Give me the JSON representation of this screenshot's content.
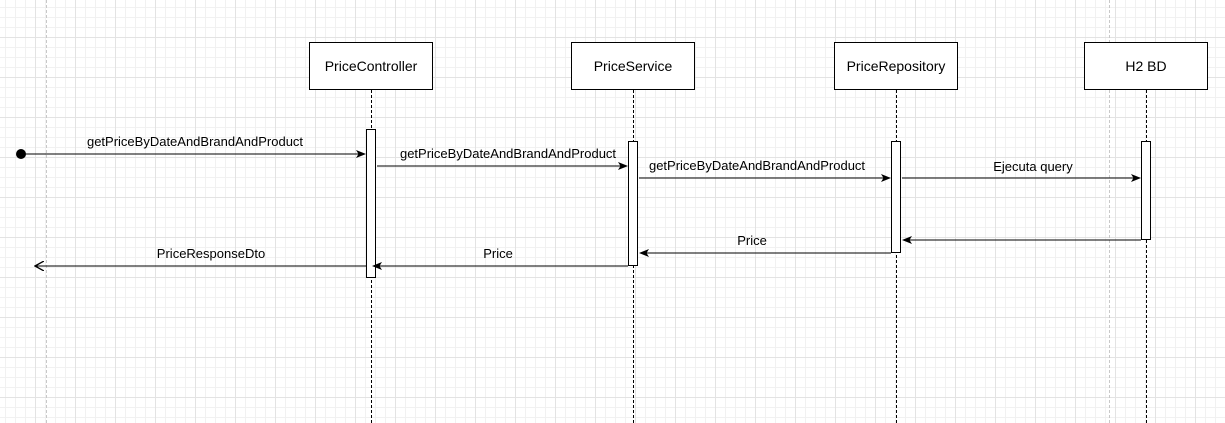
{
  "participants": [
    {
      "name": "PriceController"
    },
    {
      "name": "PriceService"
    },
    {
      "name": "PriceRepository"
    },
    {
      "name": "H2 BD"
    }
  ],
  "messages": [
    {
      "label": "getPriceByDateAndBrandAndProduct",
      "type": "call"
    },
    {
      "label": "getPriceByDateAndBrandAndProduct",
      "type": "call"
    },
    {
      "label": "getPriceByDateAndBrandAndProduct",
      "type": "call"
    },
    {
      "label": "Ejecuta query",
      "type": "call"
    },
    {
      "label": "Price",
      "type": "return"
    },
    {
      "label": "Price",
      "type": "return"
    },
    {
      "label": "PriceResponseDto",
      "type": "return"
    }
  ]
}
